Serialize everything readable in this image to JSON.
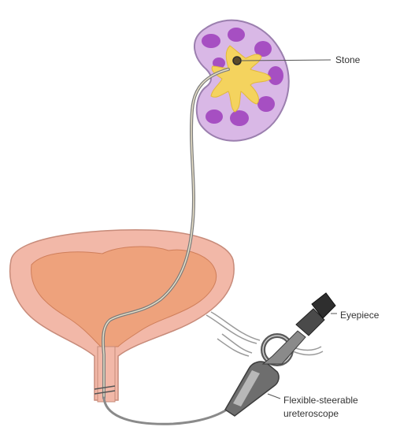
{
  "labels": {
    "stone": "Stone",
    "eyepiece": "Eyepiece",
    "scope_line1": "Flexible-steerable",
    "scope_line2": "ureteroscope"
  },
  "colors": {
    "kidney_fill": "#d9b8e6",
    "kidney_stroke": "#9b7fae",
    "kidney_calyx": "#a64fc2",
    "renal_pelvis": "#f4d35e",
    "bladder_outer": "#f2b8a8",
    "bladder_inner": "#eea27c",
    "scope_grey": "#7d7d7d",
    "leader_line": "#555555"
  }
}
